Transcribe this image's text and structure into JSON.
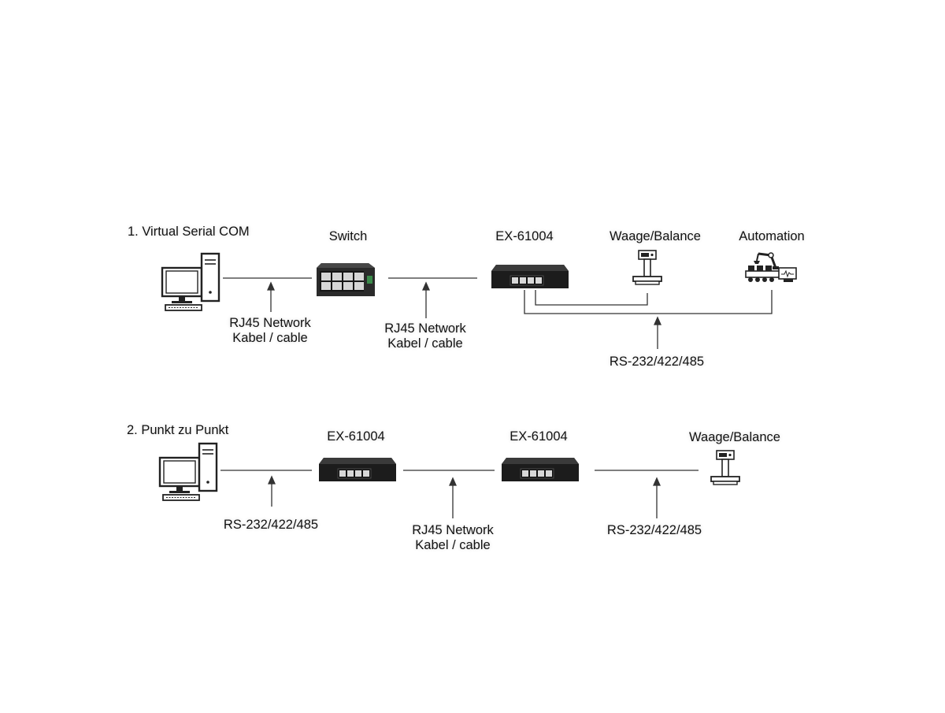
{
  "colors": {
    "line": "#333333",
    "device_body": "#1e1e1e",
    "port": "#d9d9d9",
    "switch_body": "#2b2b2b"
  },
  "section1": {
    "title": "1. Virtual Serial COM",
    "switch_label": "Switch",
    "converter_label": "EX-61004",
    "scale_label": "Waage/Balance",
    "automation_label": "Automation",
    "cable1": {
      "line1": "RJ45 Network",
      "line2": "Kabel / cable"
    },
    "cable2": {
      "line1": "RJ45 Network",
      "line2": "Kabel / cable"
    },
    "serial_label": "RS-232/422/485"
  },
  "section2": {
    "title": "2. Punkt zu Punkt",
    "converter1_label": "EX-61004",
    "converter2_label": "EX-61004",
    "scale_label": "Waage/Balance",
    "serial_left_label": "RS-232/422/485",
    "cable": {
      "line1": "RJ45 Network",
      "line2": "Kabel / cable"
    },
    "serial_right_label": "RS-232/422/485"
  },
  "icons": {
    "computer": "computer-icon",
    "switch": "network-switch-icon",
    "converter": "serial-device-server-icon",
    "scale": "scale-icon",
    "automation": "automation-robot-icon"
  }
}
